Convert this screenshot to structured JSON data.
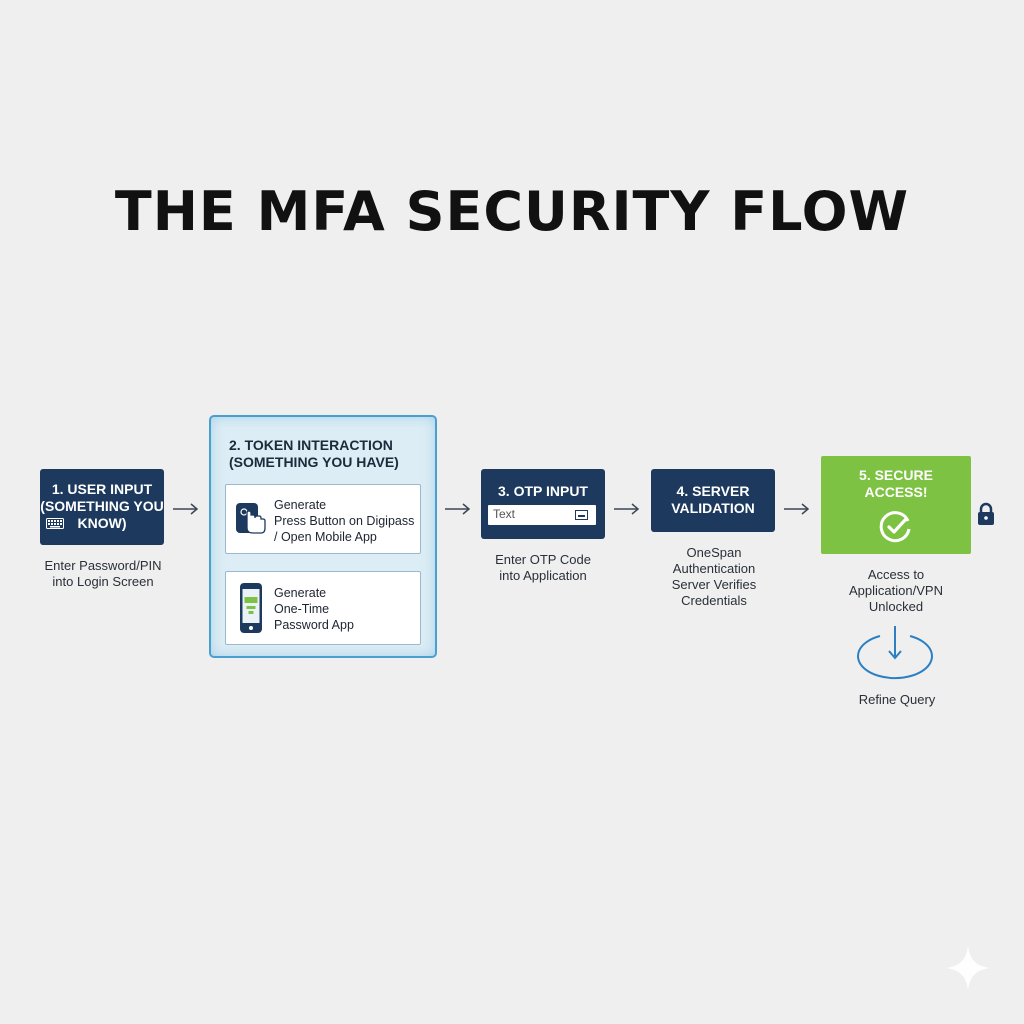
{
  "title": "THE MFA SECURITY FLOW",
  "steps": {
    "step1": {
      "label": "1. USER INPUT\n(SOMETHING YOU\nKNOW)",
      "caption": "Enter Password/PIN\ninto Login Screen",
      "icon": "keyboard-icon"
    },
    "step2": {
      "label": "2. TOKEN INTERACTION\n(SOMETHING YOU HAVE)",
      "options": [
        {
          "lines": [
            "Generate",
            "Press Button on Digipass",
            "/ Open Mobile App"
          ],
          "icon": "hand-press-button-icon"
        },
        {
          "lines": [
            "Generate",
            "One-Time",
            "Password App"
          ],
          "icon": "mobile-phone-icon"
        }
      ]
    },
    "step3": {
      "label": "3. OTP INPUT",
      "field_placeholder": "Text",
      "caption": "Enter OTP Code\ninto Application",
      "icon": "keyboard-key-icon"
    },
    "step4": {
      "label": "4. SERVER\nVALIDATION",
      "caption": "OneSpan\nAuthentication\nServer Verifies\nCredentials"
    },
    "step5": {
      "label": "5. SECURE\nACCESS!",
      "caption": "Access to\nApplication/VPN\nUnlocked",
      "icon": "check-circle-icon"
    }
  },
  "refine": {
    "label": "Refine Query",
    "icon": "refine-down-arrow-icon"
  },
  "colors": {
    "navy": "#1d3a5e",
    "green": "#7dc242",
    "panel_blue": "#dcedf5",
    "panel_border": "#4a9fd1",
    "background": "#efefef"
  }
}
